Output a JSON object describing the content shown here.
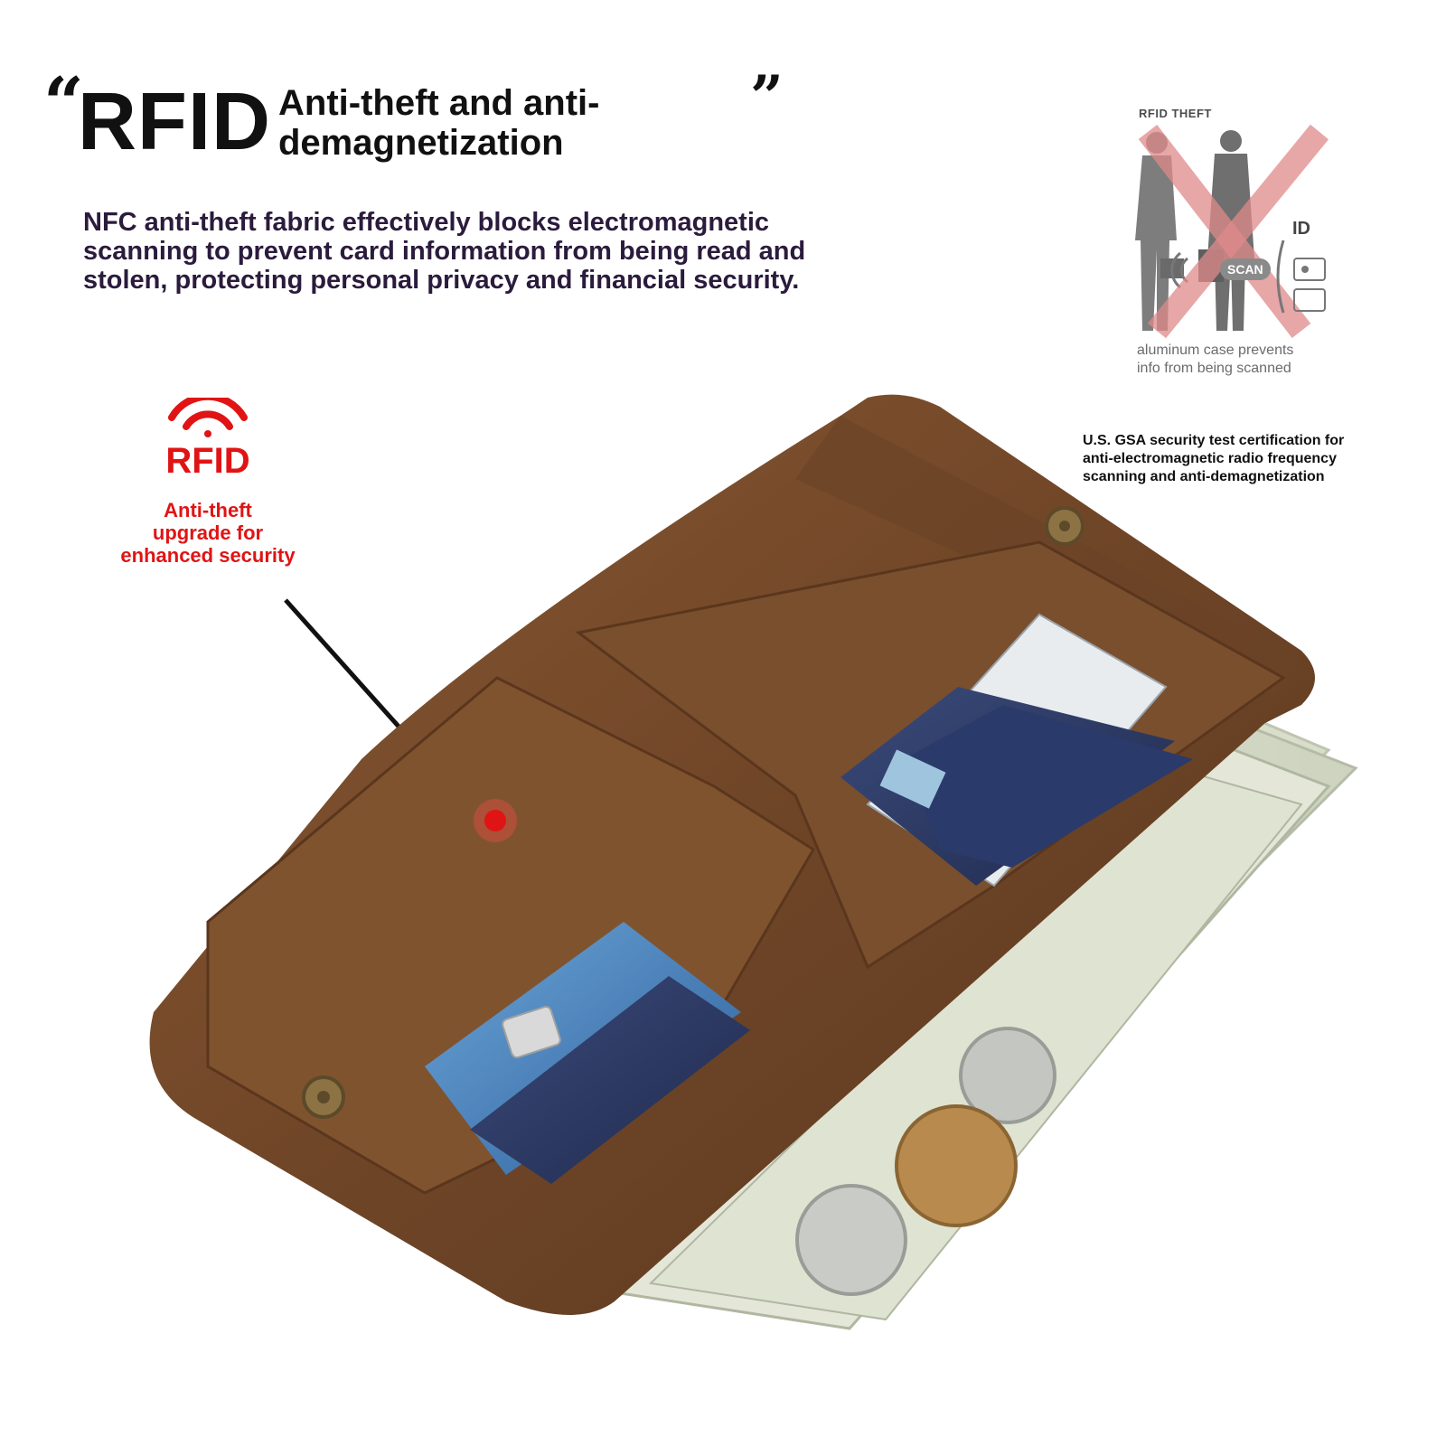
{
  "headline": {
    "open_quote": "“",
    "rfid": "RFID",
    "line1": "Anti-theft and anti-",
    "line2": "demagnetization",
    "close_quote": "”"
  },
  "description": {
    "line1": "NFC anti-theft fabric effectively blocks electromagnetic",
    "line2": "scanning to prevent card information from being read and",
    "line3": "stolen, protecting personal privacy and financial security."
  },
  "badge": {
    "title": "RFID",
    "line1": "Anti-theft",
    "line2": "upgrade for",
    "line3": "enhanced security"
  },
  "illustration": {
    "title": "RFID THEFT",
    "id_label": "ID",
    "scan_label": "SCAN",
    "caption_line1": "aluminum case prevents",
    "caption_line2": "info from being scanned"
  },
  "certification": {
    "line1": "U.S. GSA security test certification for",
    "line2": "anti-electromagnetic radio frequency",
    "line3": "scanning and anti-demagnetization"
  },
  "colors": {
    "accent_red": "#e01414",
    "leather": "#7a4e2c",
    "text_dark": "#111111"
  }
}
